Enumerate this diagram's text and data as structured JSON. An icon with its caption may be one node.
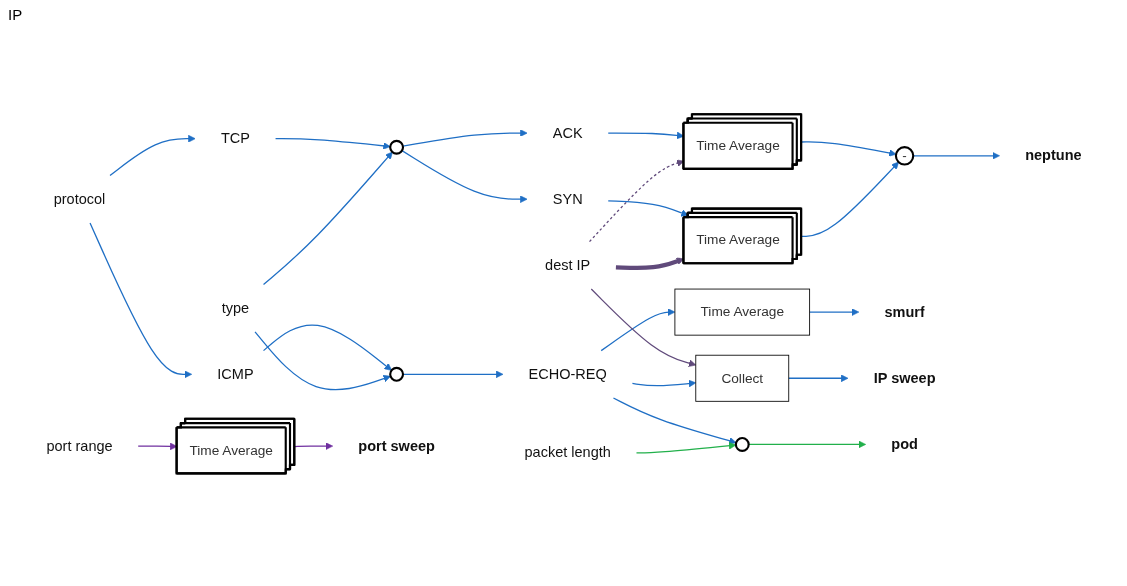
{
  "diagram": {
    "nodes": [
      {
        "text": [
          "protocol"
        ]
      },
      {
        "text": [
          "type"
        ]
      },
      {
        "text": [
          "TCP"
        ]
      },
      {
        "text": [
          "ICMP"
        ]
      },
      {
        "text": [],
        "shape": "circle"
      },
      {
        "text": [],
        "shape": "circle"
      },
      {
        "text": [
          "ACK"
        ]
      },
      {
        "text": [
          "SYN"
        ]
      },
      {
        "text": [
          "ECHO-REQ"
        ]
      },
      {
        "text": [
          "Time Average"
        ]
      },
      {
        "text": [
          "Time Average"
        ]
      },
      {
        "text": [
          "Time Average"
        ]
      },
      {
        "text": [
          "-"
        ]
      },
      {
        "text": [
          "neptune"
        ]
      },
      {
        "text": [
          "smurf"
        ]
      },
      {
        "text": [
          "dest IP"
        ]
      },
      {
        "text": [
          "Collect"
        ]
      },
      {
        "text": [
          "IP sweep"
        ]
      },
      {
        "text": [
          "packet length"
        ]
      },
      {
        "text": [],
        "shape": "circle"
      },
      {
        "text": [
          "pod"
        ]
      },
      {
        "text": [
          "Time Average"
        ]
      },
      {
        "text": [
          "port sweep"
        ]
      },
      {
        "text": [
          "port range"
        ]
      }
    ],
    "edges": [
      {
        "from": 0,
        "to": 2,
        "arrow": "to"
      },
      {
        "from": 0,
        "to": 3,
        "arrow": "to"
      },
      {
        "from": 2,
        "to": 4,
        "arrow": "to"
      },
      {
        "from": 3,
        "to": 5,
        "arrow": "to"
      },
      {
        "from": 1,
        "to": 4,
        "arrow": "to"
      },
      {
        "from": 1,
        "to": 5,
        "arrow": "to"
      },
      {
        "from": 4,
        "to": 6,
        "arrow": "to"
      },
      {
        "from": 4,
        "to": 7,
        "arrow": "to"
      },
      {
        "from": 5,
        "to": 8,
        "arrow": "to"
      },
      {
        "from": 6,
        "to": 9,
        "arrow": "to"
      },
      {
        "from": 7,
        "to": 10,
        "arrow": "to"
      },
      {
        "from": 8,
        "to": 11,
        "arrow": "to"
      },
      {
        "from": 9,
        "to": 12,
        "arrow": "to"
      },
      {
        "from": 10,
        "to": 12,
        "arrow": "to"
      },
      {
        "from": 12,
        "to": 13,
        "arrow": "to"
      },
      {
        "from": 11,
        "to": 14,
        "arrow": "to"
      },
      {
        "from": 15,
        "to": 16,
        "arrow": "to",
        "color": "#604a7b"
      },
      {
        "from": 15,
        "to": 10,
        "arrow": "to",
        "style": "thick",
        "color": "#604a7b"
      },
      {
        "from": 15,
        "to": 9,
        "arrow": "to",
        "style": "dashed",
        "color": "#604a7b"
      },
      {
        "from": 8,
        "to": 16,
        "arrow": "to"
      },
      {
        "from": 8,
        "to": 19,
        "arrow": "to"
      },
      {
        "from": 16,
        "to": 17,
        "arrow": "to"
      },
      {
        "from": 18,
        "to": 19,
        "arrow": "to",
        "color": "#22b04b"
      },
      {
        "from": 19,
        "to": 20,
        "arrow": "to",
        "color": "#22b04b"
      },
      {
        "from": 23,
        "to": 21,
        "arrow": "to",
        "color": "#7030a0"
      },
      {
        "from": 21,
        "to": 22,
        "arrow": "to",
        "color": "#7030a0"
      }
    ],
    "labels": [
      "IP"
    ]
  }
}
